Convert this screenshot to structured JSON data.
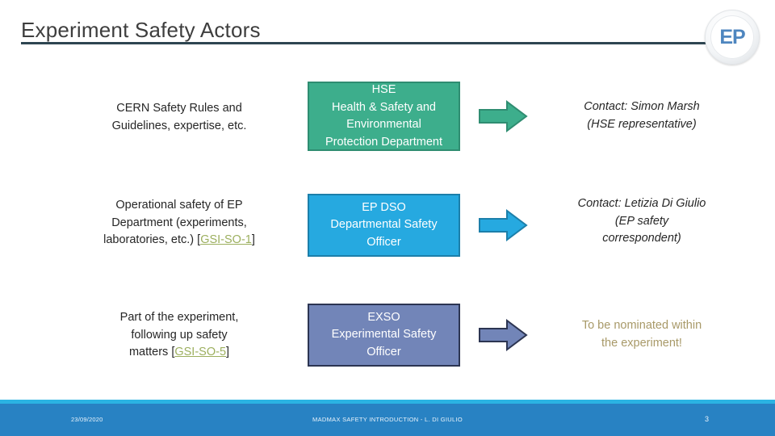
{
  "slide": {
    "title": "Experiment Safety Actors",
    "logo_text": "EP"
  },
  "rows": [
    {
      "description_line1": "CERN Safety Rules and",
      "description_line2": "Guidelines, expertise, etc.",
      "description_link": "",
      "description_suffix": "",
      "box": {
        "line1": "HSE",
        "line2": "Health & Safety and",
        "line3": "Environmental",
        "line4": "Protection Department",
        "fill": "#3DAE8C",
        "border": "#2F8D71"
      },
      "arrow_fill": "#3DAE8C",
      "arrow_stroke": "#2F8D71",
      "contact_line1": "Contact: Simon Marsh",
      "contact_line2": "(HSE representative)",
      "contact_line3": ""
    },
    {
      "description_line1": "Operational safety of EP",
      "description_line2": "Department (experiments,",
      "description_line3_prefix": "laboratories, etc.) [",
      "description_link": "GSI-SO-1",
      "description_suffix": "]",
      "box": {
        "line1": "EP DSO",
        "line2": "Departmental Safety",
        "line3": "Officer",
        "fill": "#26A9E0",
        "border": "#1C7FAA"
      },
      "arrow_fill": "#26A9E0",
      "arrow_stroke": "#1C7FAA",
      "contact_line1": "Contact: Letizia Di Giulio",
      "contact_line2": "(EP safety",
      "contact_line3": "correspondent)"
    },
    {
      "description_line1": "Part of the experiment,",
      "description_line2": "following up safety",
      "description_line3_prefix": "matters [",
      "description_link": "GSI-SO-5",
      "description_suffix": "]",
      "box": {
        "line1": "EXSO",
        "line2": "Experimental Safety",
        "line3": "Officer",
        "fill": "#7285B8",
        "border": "#2C3552"
      },
      "arrow_fill": "#7285B8",
      "arrow_stroke": "#2C3552",
      "contact_line1": "To be nominated within",
      "contact_line2": "the experiment!",
      "contact_line3": ""
    }
  ],
  "footer": {
    "date": "23/09/2020",
    "center": "MADMAX SAFETY INTRODUCTION - L. DI GIULIO",
    "page": "3",
    "accent_color": "#2BB3E3",
    "band_color": "#2882C3"
  },
  "colors": {
    "title_rule": "#2E4551",
    "link": "#9CAF5E",
    "note_text": "#A89968"
  }
}
